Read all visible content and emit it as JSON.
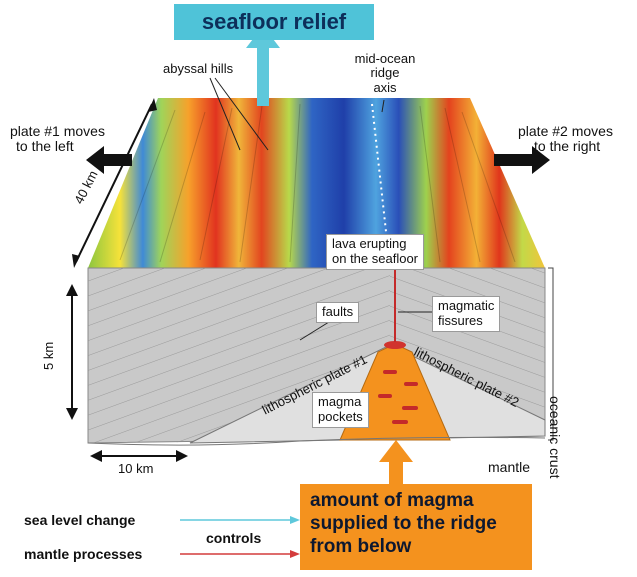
{
  "header": {
    "title": "seafloor relief"
  },
  "labels": {
    "abyssal_hills": "abyssal hills",
    "ridge_axis": [
      "mid-ocean",
      "ridge",
      "axis"
    ],
    "plate1": [
      "plate #1 moves",
      "to the left"
    ],
    "plate2": [
      "plate #2 moves",
      "to the right"
    ],
    "scale_40km": "40 km",
    "scale_5km": "5 km",
    "scale_10km": "10 km",
    "lava": [
      "lava erupting",
      "on the seafloor"
    ],
    "faults": "faults",
    "fissures": [
      "magmatic",
      "fissures"
    ],
    "plate1_label": "lithospheric plate #1",
    "plate2_label": "lithospheric plate #2",
    "magma_pockets": [
      "magma",
      "pockets"
    ],
    "oceanic_crust": "oceanic crust",
    "mantle": "mantle"
  },
  "controls": {
    "sea_level": "sea level change",
    "mantle_processes": "mantle processes",
    "word": "controls",
    "magma_box": [
      "amount of magma",
      "supplied to the ridge",
      "from below"
    ]
  },
  "colors": {
    "header_bg": "#4fc3d8",
    "magma_orange": "#f4921e",
    "arrow_cyan": "#5ec8db",
    "arrow_red": "#d43c3c",
    "crust_gray": "#c9c9c9"
  }
}
